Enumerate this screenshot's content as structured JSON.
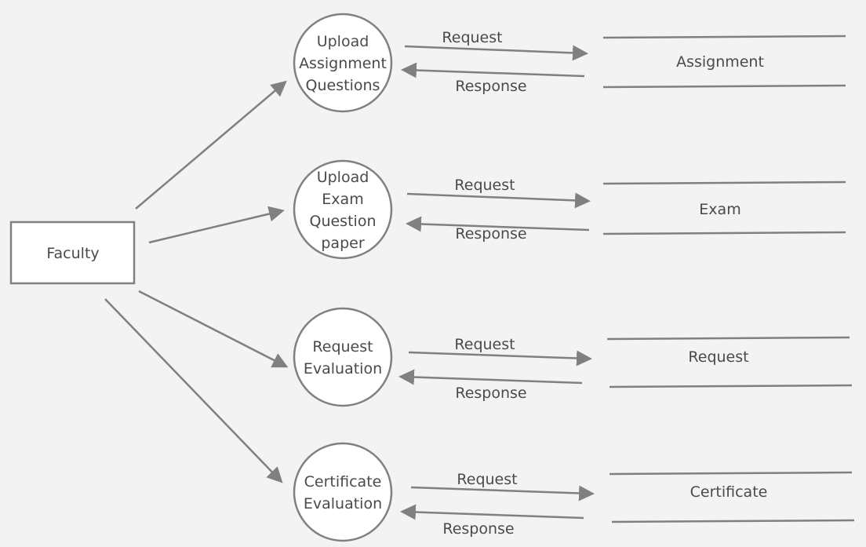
{
  "diagram": {
    "stroke_color": "#808080",
    "node_fill": "#ffffff",
    "background": "#f3f3f3",
    "entity": {
      "label": "Faculty"
    },
    "processes": [
      {
        "lines": [
          "Upload",
          "Assignment",
          "Questions"
        ]
      },
      {
        "lines": [
          "Upload",
          "Exam",
          "Question",
          "paper"
        ]
      },
      {
        "lines": [
          "Request",
          "Evaluation"
        ]
      },
      {
        "lines": [
          "Certificate",
          "Evaluation"
        ]
      }
    ],
    "stores": [
      {
        "label": "Assignment"
      },
      {
        "label": "Exam"
      },
      {
        "label": "Request"
      },
      {
        "label": "Certificate"
      }
    ],
    "flows": [
      {
        "request_label": "Request",
        "response_label": "Response"
      },
      {
        "request_label": "Request",
        "response_label": "Response"
      },
      {
        "request_label": "Request",
        "response_label": "Response"
      },
      {
        "request_label": "Request",
        "response_label": "Response"
      }
    ]
  }
}
